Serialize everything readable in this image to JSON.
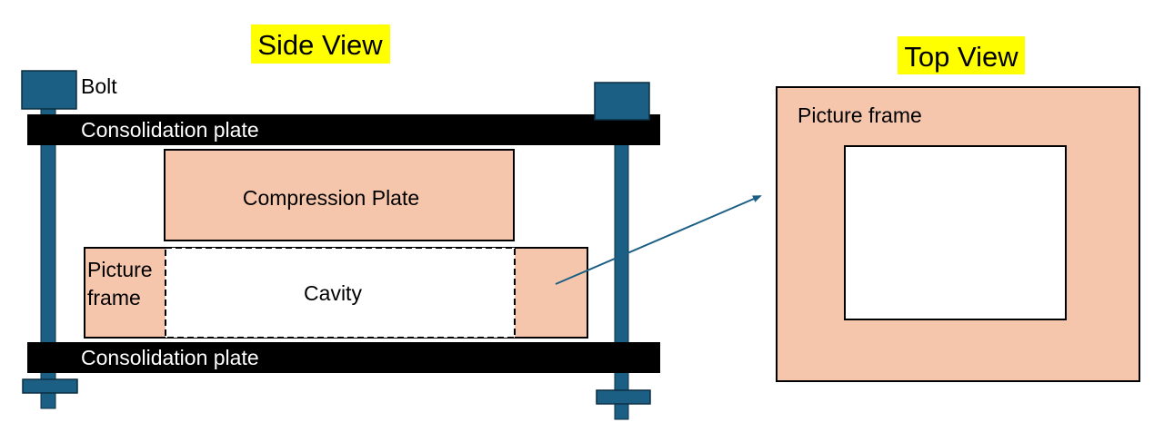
{
  "colors": {
    "highlight": "#ffff00",
    "bolt": "#1b5f84",
    "plate": "#000000",
    "frame": "#f5c6ab",
    "arrow": "#1b5f84"
  },
  "side_view": {
    "title": "Side View",
    "bolt_label": "Bolt",
    "top_plate_label": "Consolidation plate",
    "bottom_plate_label": "Consolidation plate",
    "compression_plate_label": "Compression Plate",
    "picture_frame_label_line1": "Picture",
    "picture_frame_label_line2": "frame",
    "cavity_label": "Cavity"
  },
  "top_view": {
    "title": "Top View",
    "picture_frame_label": "Picture frame"
  }
}
